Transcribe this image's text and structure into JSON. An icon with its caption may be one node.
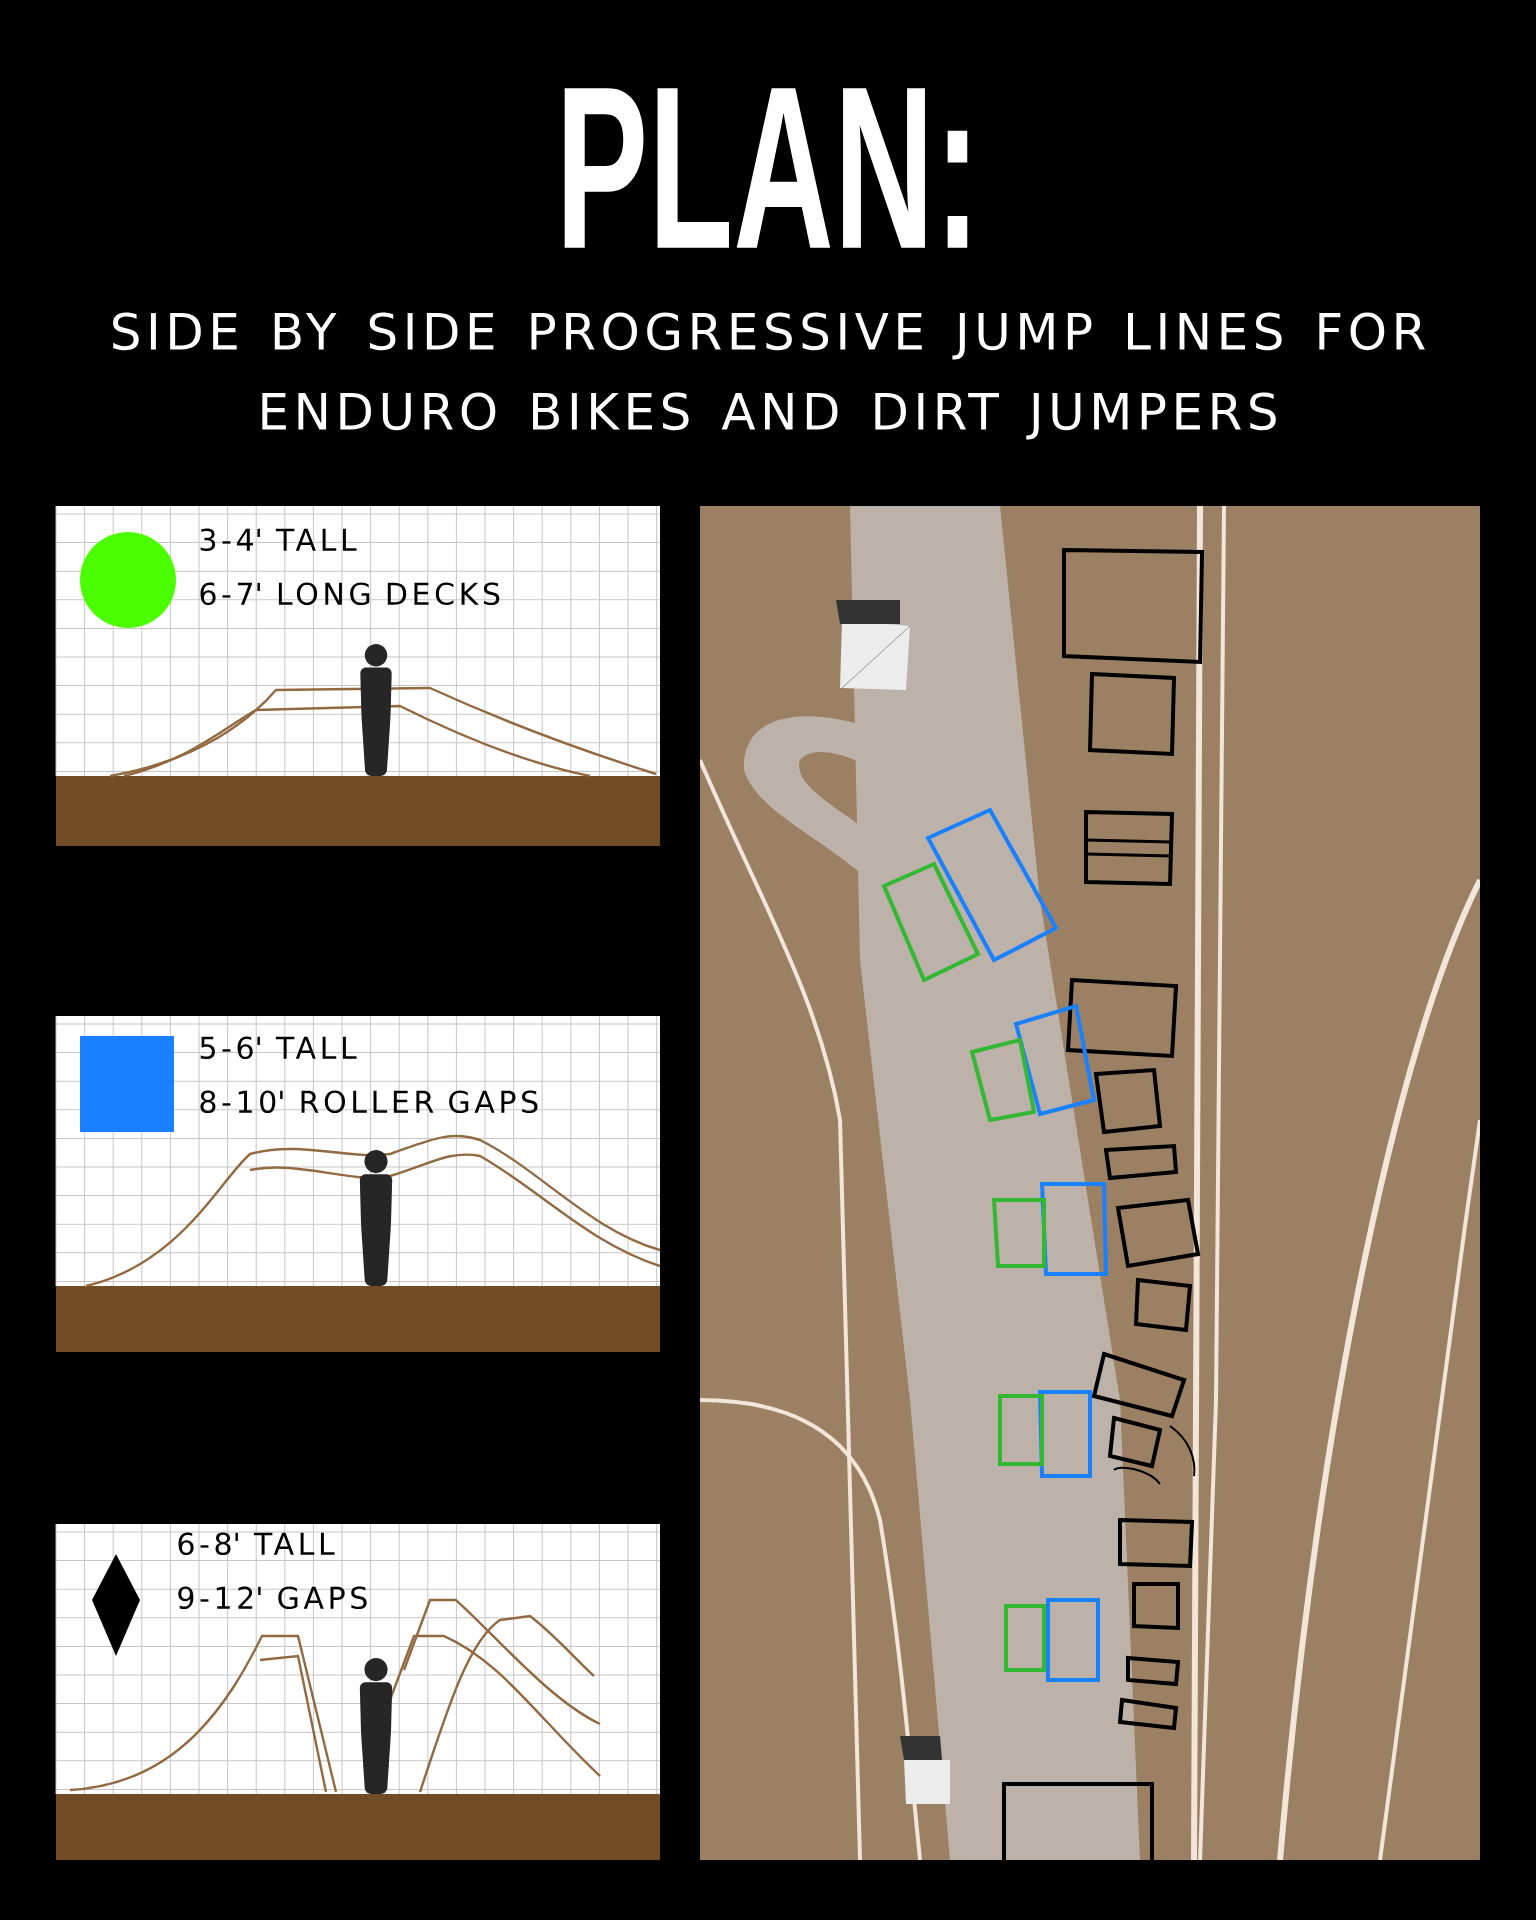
{
  "diagram": {
    "title": "PLAN:",
    "nodes": [
      {
        "text": [
          "3-4' TALL",
          "6-7' LONG DECKS"
        ]
      },
      {
        "text": [
          "5-6' TALL",
          "8-10' ROLLER GAPS"
        ]
      },
      {
        "text": [
          "6-8' TALL",
          "9-12' GAPS"
        ]
      }
    ],
    "labels": [
      "SIDE BY SIDE PROGRESSIVE JUMP LINES FOR ENDURO BIKES AND DIRT JUMPERS"
    ]
  }
}
